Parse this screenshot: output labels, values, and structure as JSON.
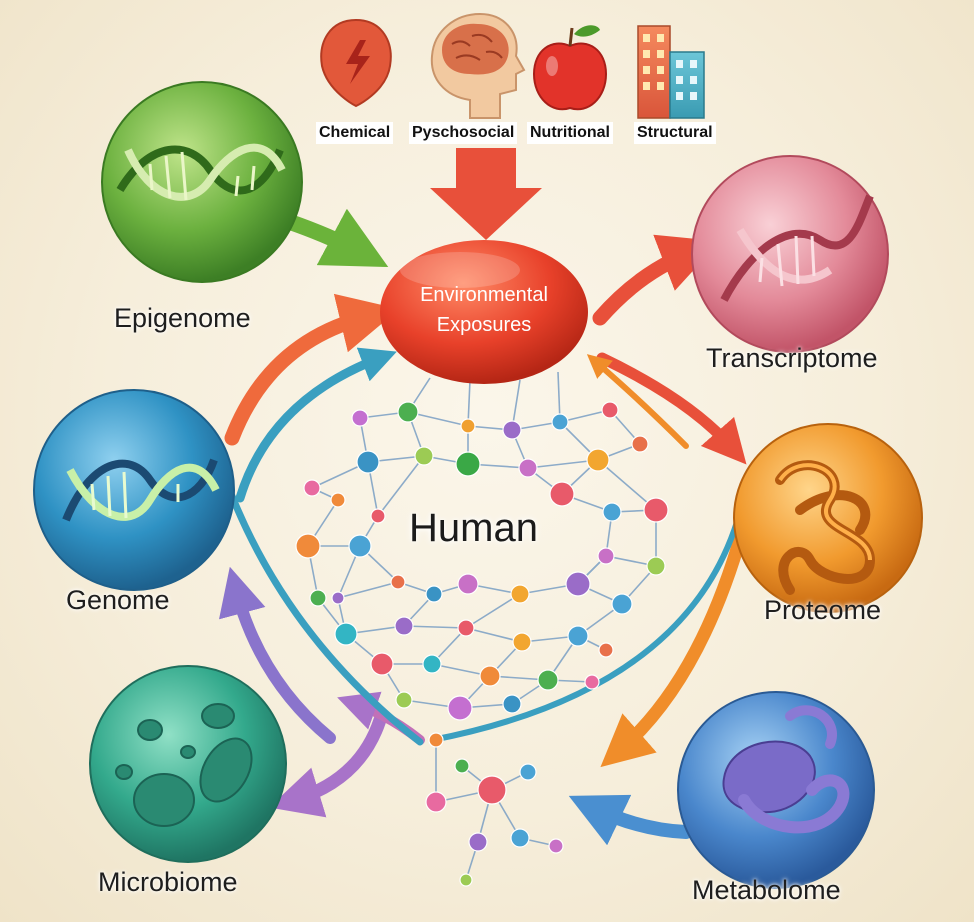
{
  "exposures": {
    "chemical": "Chemical",
    "pyschosocial": "Pyschosocial",
    "nutritional": "Nutritional",
    "structural": "Structural"
  },
  "environmental": {
    "line1": "Environmental",
    "line2": "Exposures"
  },
  "center": "Human",
  "omics": {
    "epigenome": "Epigenome",
    "genome": "Genome",
    "microbiome": "Microbiome",
    "transcriptome": "Transcriptome",
    "proteome": "Proteome",
    "metabolome": "Metabolome"
  },
  "colors": {
    "epigenome": "#5aa83a",
    "genome": "#2f8fbf",
    "microbiome": "#2fa88a",
    "transcriptome": "#d9657a",
    "proteome": "#ee9a2a",
    "metabolome": "#3f7fc4",
    "exposure": "#e23d22"
  }
}
